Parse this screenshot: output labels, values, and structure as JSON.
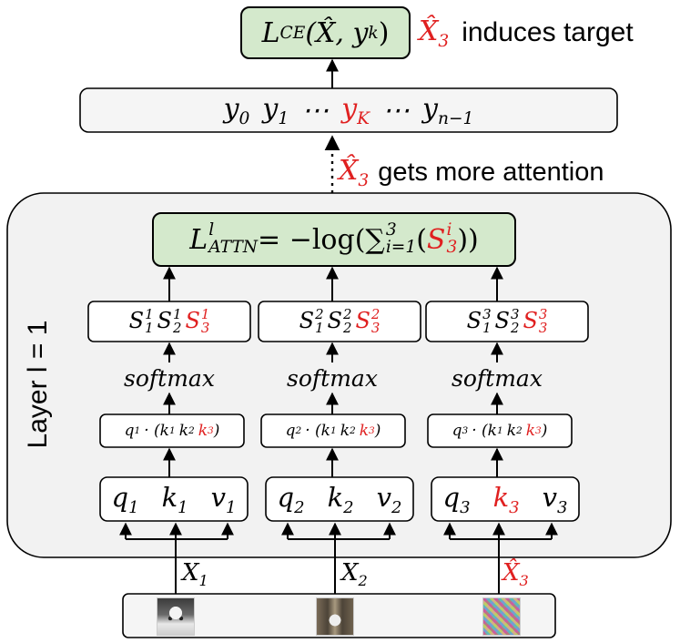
{
  "colors": {
    "accent_red": "#e02020",
    "green_fill": "#d4e9cc",
    "panel_fill": "#f2f2f2",
    "box_fill": "#f5f5f5"
  },
  "top_loss": {
    "text": "L_CE(X̂, y_k)",
    "symbol": "L",
    "subscript": "CE",
    "args": "(X̂, y",
    "arg_sub": "k",
    "close": ")"
  },
  "top_note": {
    "red_symbol": "X̂",
    "red_sub": "3",
    "text": "induces target"
  },
  "outputs": {
    "tokens": [
      {
        "sym": "y",
        "sub": "0",
        "red": false
      },
      {
        "sym": "y",
        "sub": "1",
        "red": false
      },
      {
        "sym": "⋯",
        "sub": "",
        "red": false
      },
      {
        "sym": "y",
        "sub": "K",
        "red": true
      },
      {
        "sym": "⋯",
        "sub": "",
        "red": false
      },
      {
        "sym": "y",
        "sub": "n−1",
        "red": false
      }
    ]
  },
  "attention_note": {
    "red_symbol": "X̂",
    "red_sub": "3",
    "text": "gets more attention"
  },
  "layer_label": "Layer l = 1",
  "attn_loss": {
    "lhs": "L",
    "lhs_sup": "l",
    "lhs_sub": "ATTN",
    "eq": "= −log(∑",
    "sum_sup": "3",
    "sum_sub": "i=1",
    "mid": "(",
    "red_sym": "S",
    "red_sup": "i",
    "red_sub": "3",
    "close": "))"
  },
  "columns": [
    {
      "scores": [
        {
          "sym": "S",
          "sup": "1",
          "sub": "1",
          "red": false
        },
        {
          "sym": "S",
          "sup": "1",
          "sub": "2",
          "red": false
        },
        {
          "sym": "S",
          "sup": "1",
          "sub": "3",
          "red": true
        }
      ],
      "softmax": "softmax",
      "dot": {
        "q": "q",
        "q_sub": "1",
        "mid": "· (k",
        "k1_sub": "1",
        "k2": "k",
        "k2_sub": "2",
        "k3": "k",
        "k3_sub": "3",
        "close": ")"
      },
      "qkv": [
        {
          "sym": "q",
          "sub": "1",
          "red": false
        },
        {
          "sym": "k",
          "sub": "1",
          "red": false
        },
        {
          "sym": "v",
          "sub": "1",
          "red": false
        }
      ],
      "input": {
        "sym": "X",
        "sub": "1",
        "red": false
      }
    },
    {
      "scores": [
        {
          "sym": "S",
          "sup": "2",
          "sub": "1",
          "red": false
        },
        {
          "sym": "S",
          "sup": "2",
          "sub": "2",
          "red": false
        },
        {
          "sym": "S",
          "sup": "2",
          "sub": "3",
          "red": true
        }
      ],
      "softmax": "softmax",
      "dot": {
        "q": "q",
        "q_sub": "2",
        "mid": "· (k",
        "k1_sub": "1",
        "k2": "k",
        "k2_sub": "2",
        "k3": "k",
        "k3_sub": "3",
        "close": ")"
      },
      "qkv": [
        {
          "sym": "q",
          "sub": "2",
          "red": false
        },
        {
          "sym": "k",
          "sub": "2",
          "red": false
        },
        {
          "sym": "v",
          "sub": "2",
          "red": false
        }
      ],
      "input": {
        "sym": "X",
        "sub": "2",
        "red": false
      }
    },
    {
      "scores": [
        {
          "sym": "S",
          "sup": "3",
          "sub": "1",
          "red": false
        },
        {
          "sym": "S",
          "sup": "3",
          "sub": "2",
          "red": false
        },
        {
          "sym": "S",
          "sup": "3",
          "sub": "3",
          "red": true
        }
      ],
      "softmax": "softmax",
      "dot": {
        "q": "q",
        "q_sub": "3",
        "mid": "· (k",
        "k1_sub": "1",
        "k2": "k",
        "k2_sub": "2",
        "k3": "k",
        "k3_sub": "3",
        "close": ")"
      },
      "qkv": [
        {
          "sym": "q",
          "sub": "3",
          "red": false
        },
        {
          "sym": "k",
          "sub": "3",
          "red": true
        },
        {
          "sym": "v",
          "sub": "3",
          "red": false
        }
      ],
      "input": {
        "sym": "X̂",
        "sub": "3",
        "red": true
      }
    }
  ],
  "images": [
    {
      "icon": "husky-dog-image"
    },
    {
      "icon": "husky-dog-crop-image"
    },
    {
      "icon": "adversarial-noise-image"
    }
  ]
}
